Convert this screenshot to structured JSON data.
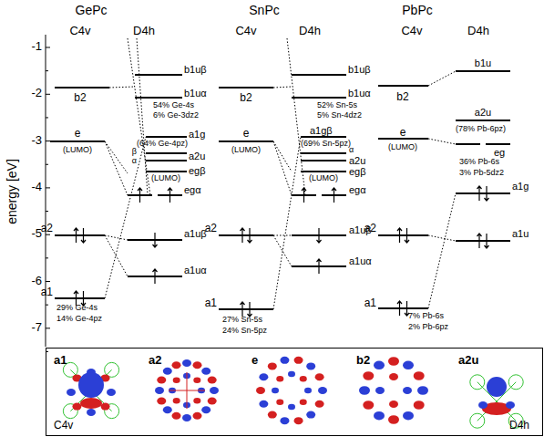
{
  "diagram": {
    "nodes": [
      {
        "text": [
          "a1",
          "a2",
          "e",
          "b2",
          "a2u",
          "C4v",
          "D4h"
        ]
      }
    ],
    "labels": [
      "GePc",
      "SnPc",
      "PbPc",
      "C4v",
      "D4h",
      "C4v",
      "D4h",
      "C4v",
      "D4h",
      "energy [eV]",
      "-1",
      "-2",
      "-3",
      "-4",
      "-5",
      "-6",
      "-7",
      "b2",
      "e",
      "(LUMO)",
      "a2",
      "a1",
      "29% Ge-4s",
      "14% Ge-4pz",
      "b1uβ",
      "b1uα",
      "54% Ge-4s",
      "6% Ge-3dz2",
      "a1g",
      "(64% Ge-4pz)",
      "β",
      "α",
      "a2u",
      "egβ",
      "(LUMO)",
      "egα",
      "a1uβ",
      "a1uα",
      "b2",
      "e",
      "(LUMO)",
      "a2",
      "a1",
      "27% Sn-5s",
      "24% Sn-5pz",
      "b1uβ",
      "b1uα",
      "52% Sn-5s",
      "5% Sn-4dz2",
      "a1gβ",
      "(69% Sn-5pz)",
      "α",
      "a2u",
      "egβ",
      "(LUMO)",
      "egα",
      "a1uβ",
      "a1uα",
      "b2",
      "e",
      "(LUMO)",
      "a2",
      "a1",
      "7% Pb-6s",
      "2% Pb-6pz",
      "b1u",
      "a2u",
      "(78% Pb-6pz)",
      "eg",
      "36% Pb-6s",
      "3% Pb-5dz2",
      "a1g",
      "a1u"
    ]
  }
}
